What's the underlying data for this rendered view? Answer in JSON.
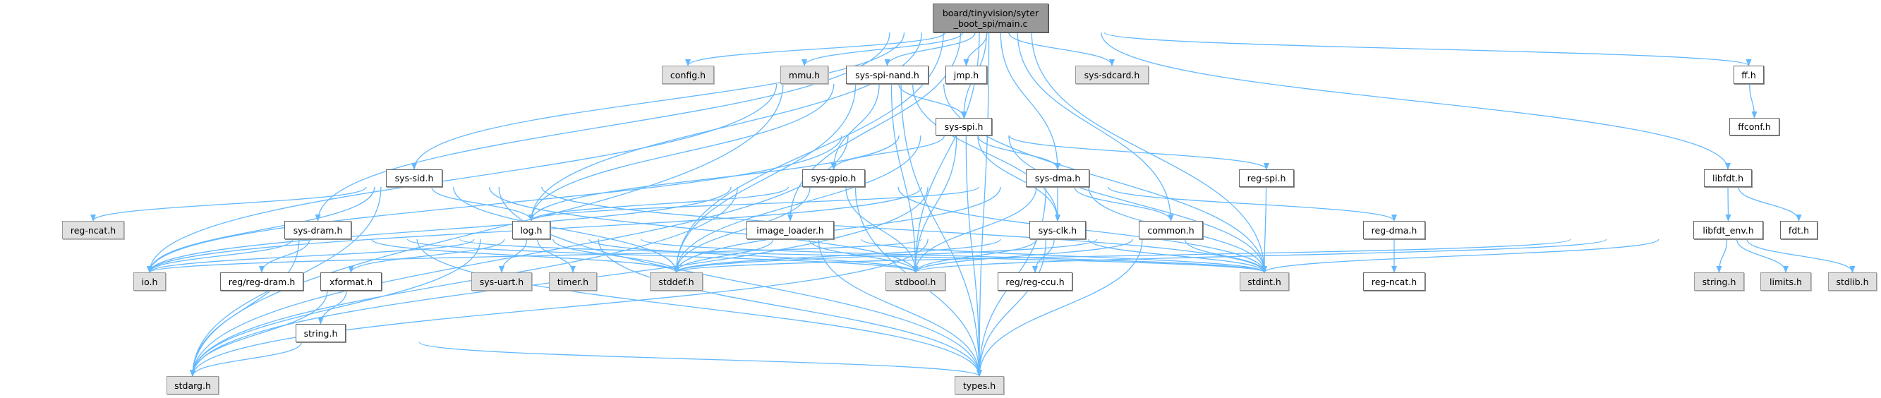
{
  "colors": {
    "edge": "#63b8ff",
    "root_fill": "#999999",
    "external_fill": "#e0e0e0",
    "local_fill": "#ffffff"
  },
  "nodes": [
    {
      "id": "main",
      "label": "board/tinyvision/syter\n_boot_spi/main.c",
      "kind": "root"
    },
    {
      "id": "config",
      "label": "config.h",
      "kind": "gray"
    },
    {
      "id": "mmu",
      "label": "mmu.h",
      "kind": "gray"
    },
    {
      "id": "spinand",
      "label": "sys-spi-nand.h",
      "kind": "white"
    },
    {
      "id": "jmp",
      "label": "jmp.h",
      "kind": "white"
    },
    {
      "id": "sdcard",
      "label": "sys-sdcard.h",
      "kind": "gray"
    },
    {
      "id": "ff",
      "label": "ff.h",
      "kind": "white"
    },
    {
      "id": "spi",
      "label": "sys-spi.h",
      "kind": "white"
    },
    {
      "id": "ffconf",
      "label": "ffconf.h",
      "kind": "white"
    },
    {
      "id": "sid",
      "label": "sys-sid.h",
      "kind": "white"
    },
    {
      "id": "gpio",
      "label": "sys-gpio.h",
      "kind": "white"
    },
    {
      "id": "dma",
      "label": "sys-dma.h",
      "kind": "white"
    },
    {
      "id": "regspi",
      "label": "reg-spi.h",
      "kind": "white"
    },
    {
      "id": "libfdt",
      "label": "libfdt.h",
      "kind": "white"
    },
    {
      "id": "regncat_g",
      "label": "reg-ncat.h",
      "kind": "gray"
    },
    {
      "id": "dram",
      "label": "sys-dram.h",
      "kind": "white"
    },
    {
      "id": "log",
      "label": "log.h",
      "kind": "white"
    },
    {
      "id": "imgl",
      "label": "image_loader.h",
      "kind": "white"
    },
    {
      "id": "clk",
      "label": "sys-clk.h",
      "kind": "white"
    },
    {
      "id": "common",
      "label": "common.h",
      "kind": "white"
    },
    {
      "id": "regdma",
      "label": "reg-dma.h",
      "kind": "white"
    },
    {
      "id": "fdtenv",
      "label": "libfdt_env.h",
      "kind": "white"
    },
    {
      "id": "fdt",
      "label": "fdt.h",
      "kind": "white"
    },
    {
      "id": "io",
      "label": "io.h",
      "kind": "gray"
    },
    {
      "id": "regdram",
      "label": "reg/reg-dram.h",
      "kind": "white"
    },
    {
      "id": "xformat",
      "label": "xformat.h",
      "kind": "white"
    },
    {
      "id": "uart",
      "label": "sys-uart.h",
      "kind": "gray"
    },
    {
      "id": "timer",
      "label": "timer.h",
      "kind": "gray"
    },
    {
      "id": "stddef",
      "label": "stddef.h",
      "kind": "gray"
    },
    {
      "id": "stdbool",
      "label": "stdbool.h",
      "kind": "gray"
    },
    {
      "id": "regccu",
      "label": "reg/reg-ccu.h",
      "kind": "white"
    },
    {
      "id": "stdint",
      "label": "stdint.h",
      "kind": "gray"
    },
    {
      "id": "regncat_w",
      "label": "reg-ncat.h",
      "kind": "white"
    },
    {
      "id": "string_g",
      "label": "string.h",
      "kind": "gray"
    },
    {
      "id": "limits",
      "label": "limits.h",
      "kind": "gray"
    },
    {
      "id": "stdlib",
      "label": "stdlib.h",
      "kind": "gray"
    },
    {
      "id": "string_w",
      "label": "string.h",
      "kind": "white"
    },
    {
      "id": "stdarg",
      "label": "stdarg.h",
      "kind": "gray"
    },
    {
      "id": "types",
      "label": "types.h",
      "kind": "gray"
    }
  ],
  "edges": [
    [
      "main",
      "config"
    ],
    [
      "main",
      "mmu"
    ],
    [
      "main",
      "spinand"
    ],
    [
      "main",
      "jmp"
    ],
    [
      "main",
      "sdcard"
    ],
    [
      "main",
      "ff"
    ],
    [
      "main",
      "spi"
    ],
    [
      "main",
      "dma"
    ],
    [
      "main",
      "sid"
    ],
    [
      "main",
      "dram"
    ],
    [
      "main",
      "log"
    ],
    [
      "main",
      "imgl"
    ],
    [
      "main",
      "common"
    ],
    [
      "main",
      "libfdt"
    ],
    [
      "main",
      "stdint"
    ],
    [
      "main",
      "types"
    ],
    [
      "main",
      "stddef"
    ],
    [
      "main",
      "stdbool"
    ],
    [
      "spinand",
      "spi"
    ],
    [
      "spinand",
      "gpio"
    ],
    [
      "spinand",
      "log"
    ],
    [
      "spinand",
      "clk"
    ],
    [
      "spinand",
      "stdbool"
    ],
    [
      "spinand",
      "stddef"
    ],
    [
      "spinand",
      "stdint"
    ],
    [
      "spinand",
      "types"
    ],
    [
      "spinand",
      "io"
    ],
    [
      "spinand",
      "stdarg"
    ],
    [
      "spi",
      "gpio"
    ],
    [
      "spi",
      "dma"
    ],
    [
      "spi",
      "clk"
    ],
    [
      "spi",
      "regspi"
    ],
    [
      "spi",
      "log"
    ],
    [
      "spi",
      "stdint"
    ],
    [
      "spi",
      "stdbool"
    ],
    [
      "spi",
      "stddef"
    ],
    [
      "spi",
      "types"
    ],
    [
      "spi",
      "io"
    ],
    [
      "spi",
      "stdarg"
    ],
    [
      "gpio",
      "log"
    ],
    [
      "gpio",
      "stdint"
    ],
    [
      "gpio",
      "stdbool"
    ],
    [
      "gpio",
      "stddef"
    ],
    [
      "gpio",
      "types"
    ],
    [
      "gpio",
      "io"
    ],
    [
      "gpio",
      "stdarg"
    ],
    [
      "dma",
      "log"
    ],
    [
      "dma",
      "clk"
    ],
    [
      "dma",
      "common"
    ],
    [
      "dma",
      "regdma"
    ],
    [
      "dma",
      "stdint"
    ],
    [
      "dma",
      "stdbool"
    ],
    [
      "dma",
      "stddef"
    ],
    [
      "dma",
      "types"
    ],
    [
      "dma",
      "io"
    ],
    [
      "dma",
      "stdarg"
    ],
    [
      "sid",
      "regncat_g"
    ],
    [
      "sid",
      "log"
    ],
    [
      "sid",
      "io"
    ],
    [
      "sid",
      "stdint"
    ],
    [
      "sid",
      "stdbool"
    ],
    [
      "sid",
      "stddef"
    ],
    [
      "sid",
      "types"
    ],
    [
      "sid",
      "stdarg"
    ],
    [
      "dram",
      "io"
    ],
    [
      "dram",
      "regdram"
    ],
    [
      "dram",
      "stdarg"
    ],
    [
      "dram",
      "types"
    ],
    [
      "dram",
      "stdint"
    ],
    [
      "dram",
      "stdbool"
    ],
    [
      "dram",
      "stddef"
    ],
    [
      "log",
      "xformat"
    ],
    [
      "log",
      "uart"
    ],
    [
      "log",
      "timer"
    ],
    [
      "log",
      "stddef"
    ],
    [
      "log",
      "stdbool"
    ],
    [
      "log",
      "stdint"
    ],
    [
      "log",
      "types"
    ],
    [
      "log",
      "stdarg"
    ],
    [
      "log",
      "io"
    ],
    [
      "imgl",
      "stddef"
    ],
    [
      "imgl",
      "stdbool"
    ],
    [
      "imgl",
      "stdint"
    ],
    [
      "imgl",
      "types"
    ],
    [
      "clk",
      "regccu"
    ],
    [
      "clk",
      "stdint"
    ],
    [
      "clk",
      "stdbool"
    ],
    [
      "clk",
      "stddef"
    ],
    [
      "clk",
      "types"
    ],
    [
      "clk",
      "io"
    ],
    [
      "clk",
      "stdarg"
    ],
    [
      "common",
      "stdint"
    ],
    [
      "common",
      "types"
    ],
    [
      "common",
      "stdbool"
    ],
    [
      "common",
      "stddef"
    ],
    [
      "regdma",
      "regncat_w"
    ],
    [
      "regspi",
      "stdint"
    ],
    [
      "xformat",
      "string_w"
    ],
    [
      "xformat",
      "stdarg"
    ],
    [
      "string_w",
      "stdarg"
    ],
    [
      "string_w",
      "types"
    ],
    [
      "ff",
      "ffconf"
    ],
    [
      "libfdt",
      "fdtenv"
    ],
    [
      "libfdt",
      "fdt"
    ],
    [
      "fdtenv",
      "string_g"
    ],
    [
      "fdtenv",
      "limits"
    ],
    [
      "fdtenv",
      "stdlib"
    ],
    [
      "fdtenv",
      "stdint"
    ],
    [
      "fdtenv",
      "stddef"
    ],
    [
      "fdtenv",
      "stdbool"
    ]
  ]
}
